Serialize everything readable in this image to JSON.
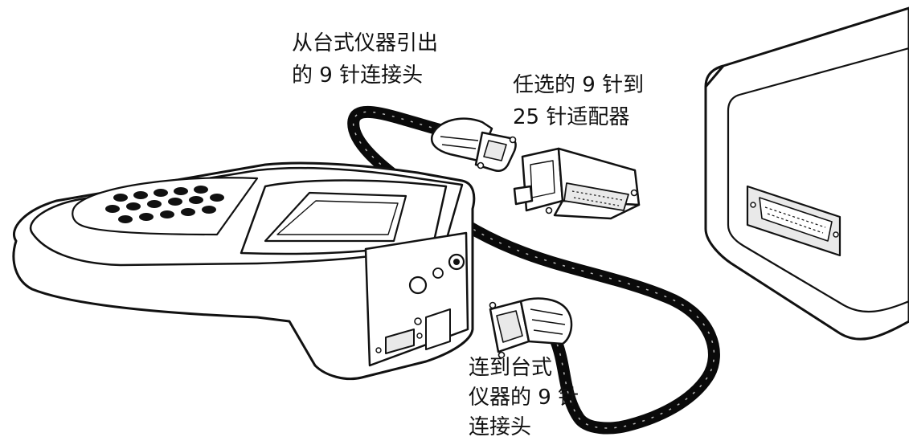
{
  "callouts": {
    "instrument_connector": [
      "从台式仪器引出",
      "的 9 针连接头"
    ],
    "optional_adapter": [
      "任选的 9 针到",
      "25 针适配器"
    ],
    "benchtop_connector": [
      "连到台式",
      "仪器的 9 针",
      "连接头"
    ]
  },
  "colors": {
    "ink": "#111111",
    "cable": "#0a0a0a",
    "panel_shade": "#e9e9e9",
    "highlight": "#ffffff"
  }
}
